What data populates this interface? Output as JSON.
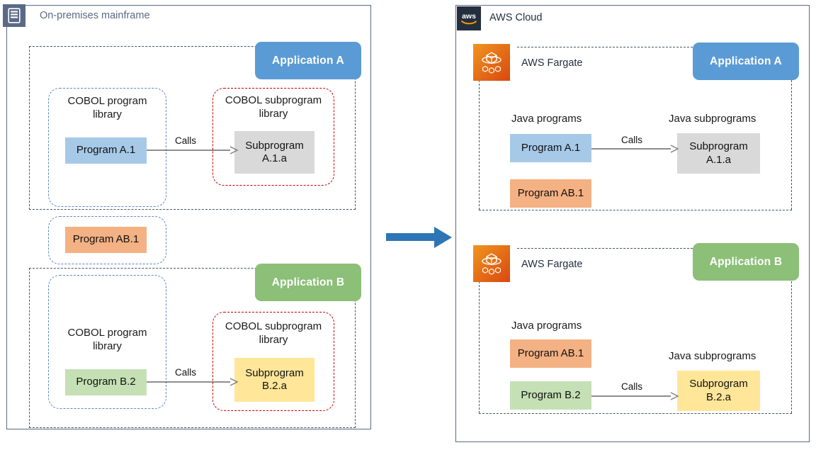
{
  "diagram": {
    "title_left": "On-premises mainframe",
    "title_right": "AWS Cloud",
    "migration_arrow": "migration-arrow",
    "colors": {
      "app_a": "#5B9BD5",
      "app_b": "#8CBF77",
      "program_a1": "#A6C9E8",
      "program_ab1": "#F4B183",
      "program_b2": "#C5E0B4",
      "subprogram_a1a": "#D9D9D9",
      "subprogram_b2a": "#FFE699",
      "panel_border": "#5A6A86",
      "dash_app": "#44546A",
      "dash_lib_blue": "#5B86C8",
      "dash_lib_red": "#C00000",
      "arrow_blue": "#2E75B6",
      "mainframe_icon_bg": "#5A6A86",
      "aws_icon_bg": "#232F3E",
      "fargate_icon_bg": "#E8821E"
    }
  },
  "onprem": {
    "header": {
      "label": "On-premises mainframe",
      "icon": "mainframe-icon"
    },
    "application_a": {
      "badge": "Application A",
      "program_library": {
        "caption": "COBOL program\nlibrary",
        "items": [
          {
            "label": "Program A.1"
          }
        ]
      },
      "subprogram_library": {
        "caption": "COBOL subprogram\nlibrary",
        "items": [
          {
            "label": "Subprogram\nA.1.a"
          }
        ]
      },
      "call_label": "Calls"
    },
    "shared_library": {
      "items": [
        {
          "label": "Program AB.1"
        }
      ]
    },
    "application_b": {
      "badge": "Application B",
      "program_library": {
        "caption": "COBOL program\nlibrary",
        "items": [
          {
            "label": "Program B.2"
          }
        ]
      },
      "subprogram_library": {
        "caption": "COBOL subprogram\nlibrary",
        "items": [
          {
            "label": "Subprogram\nB.2.a"
          }
        ]
      },
      "call_label": "Calls"
    }
  },
  "aws": {
    "header": {
      "label": "AWS Cloud",
      "icon": "aws-logo-icon"
    },
    "fargate_a": {
      "service_label": "AWS Fargate",
      "badge": "Application A",
      "programs_caption": "Java programs",
      "subprograms_caption": "Java subprograms",
      "programs": [
        {
          "label": "Program A.1"
        },
        {
          "label": "Program AB.1"
        }
      ],
      "subprograms": [
        {
          "label": "Subprogram\nA.1.a"
        }
      ],
      "call_label": "Calls"
    },
    "fargate_b": {
      "service_label": "AWS Fargate",
      "badge": "Application B",
      "programs_caption": "Java programs",
      "subprograms_caption": "Java subprograms",
      "programs": [
        {
          "label": "Program AB.1"
        },
        {
          "label": "Program B.2"
        }
      ],
      "subprograms": [
        {
          "label": "Subprogram\nB.2.a"
        }
      ],
      "call_label": "Calls"
    }
  }
}
